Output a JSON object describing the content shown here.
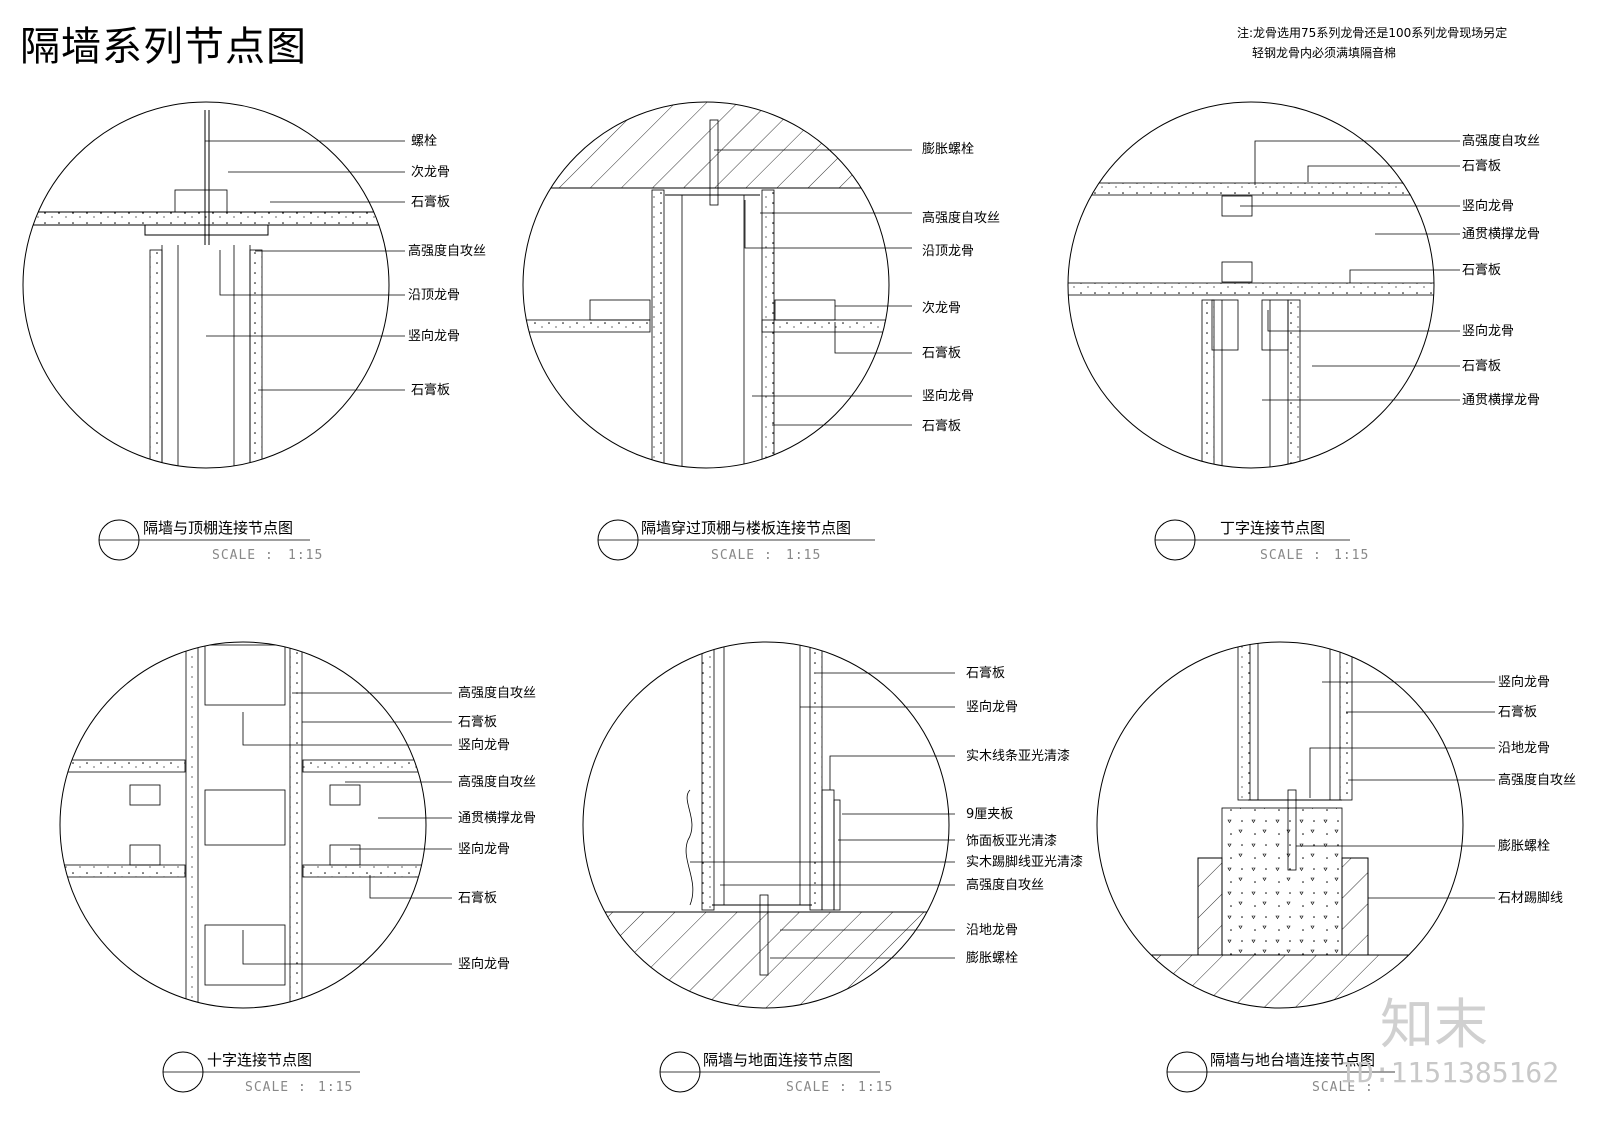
{
  "title": "隔墙系列节点图",
  "note": {
    "line1": "注:龙骨选用75系列龙骨还是100系列龙骨现场另定",
    "line2": "轻钢龙骨内必须满填隔音棉"
  },
  "scale_label": "SCALE :",
  "scale_value": "1:15",
  "details": [
    {
      "caption": "隔墙与顶棚连接节点图",
      "labels": [
        "螺栓",
        "次龙骨",
        "石膏板",
        "高强度自攻丝",
        "沿顶龙骨",
        "竖向龙骨",
        "石膏板"
      ]
    },
    {
      "caption": "隔墙穿过顶棚与楼板连接节点图",
      "labels": [
        "膨胀螺栓",
        "高强度自攻丝",
        "沿顶龙骨",
        "次龙骨",
        "石膏板",
        "竖向龙骨",
        "石膏板"
      ]
    },
    {
      "caption": "丁字连接节点图",
      "labels": [
        "高强度自攻丝",
        "石膏板",
        "竖向龙骨",
        "通贯横撑龙骨",
        "石膏板",
        "竖向龙骨",
        "石膏板",
        "通贯横撑龙骨"
      ]
    },
    {
      "caption": "十字连接节点图",
      "labels": [
        "高强度自攻丝",
        "石膏板",
        "竖向龙骨",
        "高强度自攻丝",
        "通贯横撑龙骨",
        "竖向龙骨",
        "石膏板",
        "竖向龙骨"
      ]
    },
    {
      "caption": "隔墙与地面连接节点图",
      "labels": [
        "石膏板",
        "竖向龙骨",
        "实木线条亚光清漆",
        "9厘夹板",
        "饰面板亚光清漆",
        "实木踢脚线亚光清漆",
        "高强度自攻丝",
        "沿地龙骨",
        "膨胀螺栓"
      ]
    },
    {
      "caption": "隔墙与地台墙连接节点图",
      "labels": [
        "竖向龙骨",
        "石膏板",
        "沿地龙骨",
        "高强度自攻丝",
        "膨胀螺栓",
        "石材踢脚线"
      ]
    }
  ],
  "watermark": {
    "logo": "知末",
    "id": "ID:1151385162"
  }
}
